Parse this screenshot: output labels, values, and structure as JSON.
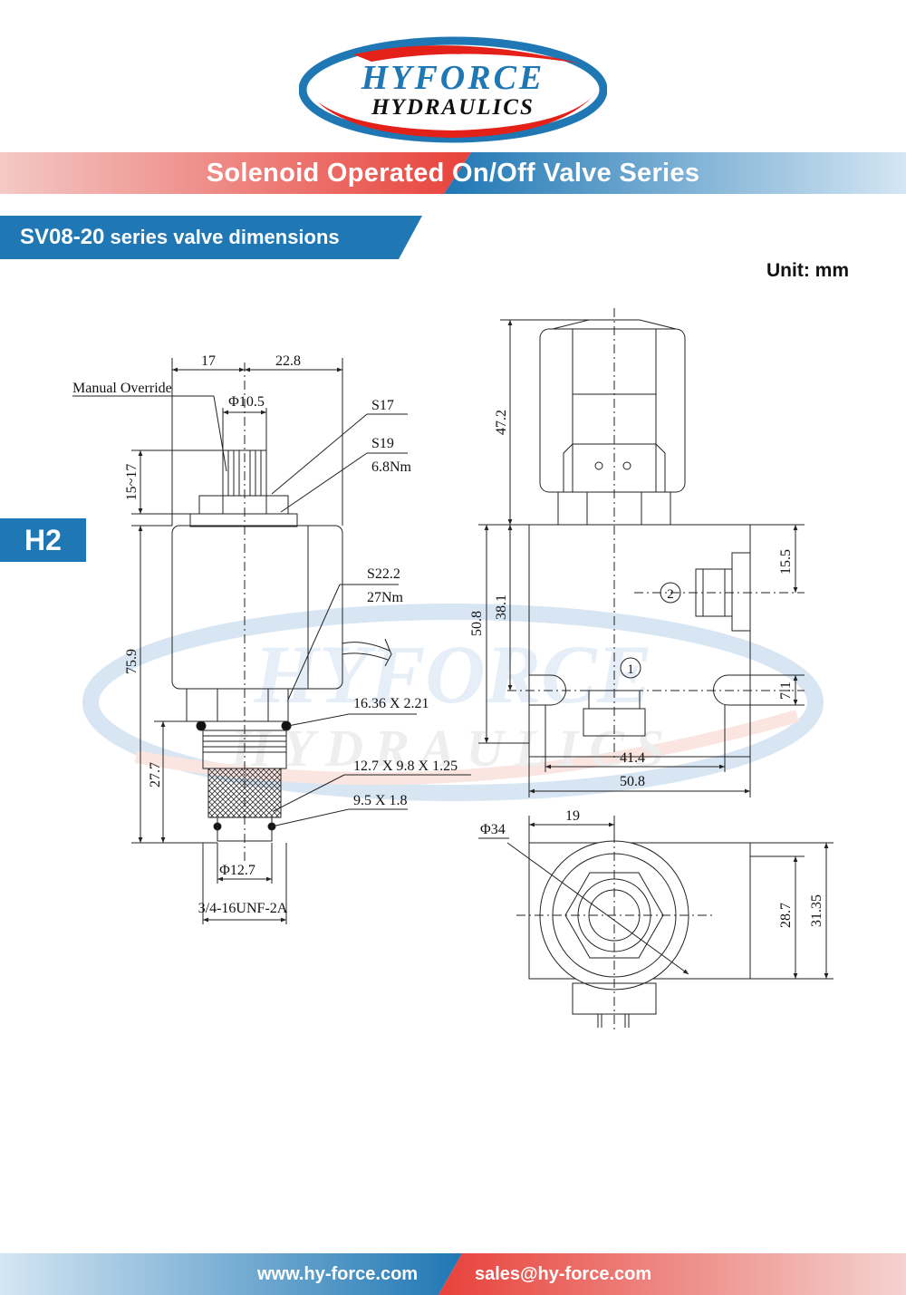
{
  "brand": {
    "line1": "HYFORCE",
    "line2": "HYDRAULICS",
    "red": "#e32119",
    "blue": "#1f77b4"
  },
  "header": {
    "title": "Solenoid Operated On/Off Valve Series"
  },
  "section": {
    "series_code": "SV08-20",
    "series_text": " series valve dimensions",
    "unit_label": "Unit: mm",
    "page_tab": "H2"
  },
  "side_view": {
    "dim_17": "17",
    "dim_22_8": "22.8",
    "manual_override": "Manual Override",
    "phi_10_5": "Φ10.5",
    "s17": "S17",
    "s19": "S19",
    "torque_6_8": "6.8Nm",
    "dim_15_17": "15~17",
    "s22_2": "S22.2",
    "torque_27": "27Nm",
    "dim_75_9": "75.9",
    "oring_1": "16.36 X 2.21",
    "dim_27_7": "27.7",
    "oring_2": "12.7 X 9.8 X 1.25",
    "oring_3": "9.5 X 1.8",
    "phi_12_7": "Φ12.7",
    "thread": "3/4-16UNF-2A"
  },
  "front_view": {
    "dim_47_2": "47.2",
    "dim_50_8_v": "50.8",
    "dim_38_1": "38.1",
    "dim_15_5": "15.5",
    "port_2": "2",
    "port_1": "1",
    "dim_7_1": "7.1",
    "dim_41_4": "41.4",
    "dim_50_8_h": "50.8"
  },
  "top_view": {
    "phi_34": "Φ34",
    "dim_19": "19",
    "dim_28_7": "28.7",
    "dim_31_35": "31.35"
  },
  "footer": {
    "website": "www.hy-force.com",
    "email": "sales@hy-force.com"
  }
}
